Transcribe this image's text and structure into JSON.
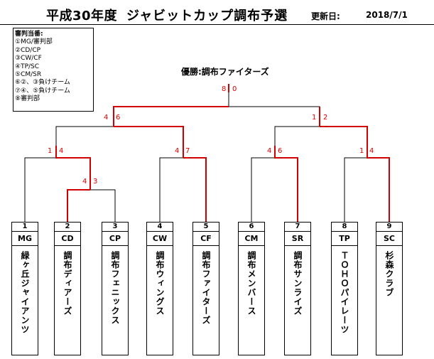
{
  "header": {
    "title_year": "平成30年度",
    "title_event": "ジャビットカップ調布予選",
    "updated_label": "更新日:",
    "updated_date": "2018/7/1"
  },
  "legend": {
    "heading": "審判当番:",
    "lines": [
      "①MG/審判部",
      "②CD/CP",
      "③CW/CF",
      "④TP/SC",
      "⑤CM/SR",
      "⑥②、③負けチーム",
      "⑦④、⑤負けチーム",
      "⑧審判部"
    ]
  },
  "champion": "優勝:調布ファイターズ",
  "colors": {
    "winner_line": "#d00000",
    "line": "#000000"
  },
  "scores": {
    "final_left": "8",
    "final_right": "0",
    "semi_left_a": "4",
    "semi_left_b": "6",
    "semi_right_a": "1",
    "semi_right_b": "2",
    "qf1_a": "1",
    "qf1_b": "4",
    "qf2_a": "4",
    "qf2_b": "7",
    "qf3_a": "4",
    "qf3_b": "6",
    "qf4_a": "1",
    "qf4_b": "4",
    "r1_a": "4",
    "r1_b": "3"
  },
  "teams": [
    {
      "num": "1",
      "code": "MG",
      "name": "緑ヶ丘ジャイアンツ"
    },
    {
      "num": "2",
      "code": "CD",
      "name": "調布ディアーズ"
    },
    {
      "num": "3",
      "code": "CP",
      "name": "調布フェニックス"
    },
    {
      "num": "4",
      "code": "CW",
      "name": "調布ウィングス"
    },
    {
      "num": "5",
      "code": "CF",
      "name": "調布ファイターズ"
    },
    {
      "num": "6",
      "code": "CM",
      "name": "調布メンバース"
    },
    {
      "num": "7",
      "code": "SR",
      "name": "調布サンライズ"
    },
    {
      "num": "8",
      "code": "TP",
      "name": "ＴＯＨＯパイレーツ"
    },
    {
      "num": "9",
      "code": "SC",
      "name": "杉森クラブ"
    }
  ]
}
